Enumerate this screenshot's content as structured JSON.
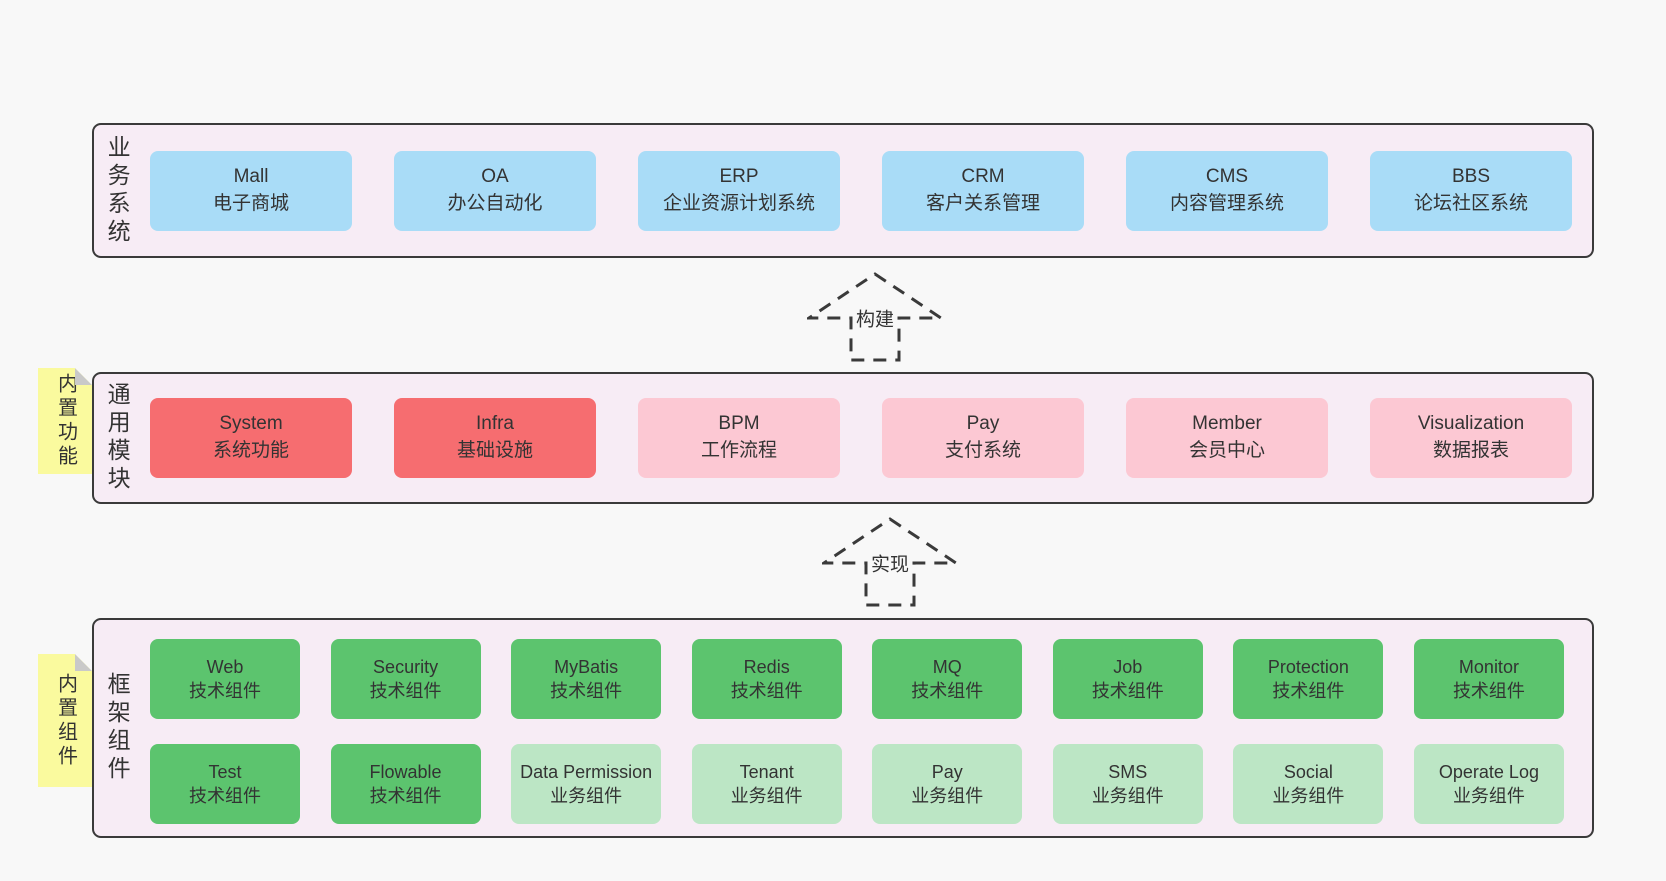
{
  "colors": {
    "page_bg": "#f8f8f8",
    "band_bg": "#f7ecf5",
    "band_border": "#3a3a3a",
    "box_blue": "#a9dcf7",
    "box_red": "#f66d70",
    "box_pink": "#fcc8d3",
    "box_green": "#5cc46e",
    "box_green_light": "#bce6c5",
    "sticky_yellow": "#fafa9e",
    "sticky_fold_gray": "#c9c9c9",
    "text": "#333333"
  },
  "arrows": [
    {
      "label": "构建"
    },
    {
      "label": "实现"
    }
  ],
  "bands": [
    {
      "label": "业务系统",
      "boxes": [
        {
          "title": "Mall",
          "subtitle": "电子商城"
        },
        {
          "title": "OA",
          "subtitle": "办公自动化"
        },
        {
          "title": "ERP",
          "subtitle": "企业资源计划系统"
        },
        {
          "title": "CRM",
          "subtitle": "客户关系管理"
        },
        {
          "title": "CMS",
          "subtitle": "内容管理系统"
        },
        {
          "title": "BBS",
          "subtitle": "论坛社区系统"
        }
      ]
    },
    {
      "label": "通用模块",
      "sticky": "内置功能",
      "boxes": [
        {
          "title": "System",
          "subtitle": "系统功能"
        },
        {
          "title": "Infra",
          "subtitle": "基础设施"
        },
        {
          "title": "BPM",
          "subtitle": "工作流程"
        },
        {
          "title": "Pay",
          "subtitle": "支付系统"
        },
        {
          "title": "Member",
          "subtitle": "会员中心"
        },
        {
          "title": "Visualization",
          "subtitle": "数据报表"
        }
      ]
    },
    {
      "label": "框架组件",
      "sticky": "内置组件",
      "rows": [
        [
          {
            "title": "Web",
            "subtitle": "技术组件"
          },
          {
            "title": "Security",
            "subtitle": "技术组件"
          },
          {
            "title": "MyBatis",
            "subtitle": "技术组件"
          },
          {
            "title": "Redis",
            "subtitle": "技术组件"
          },
          {
            "title": "MQ",
            "subtitle": "技术组件"
          },
          {
            "title": "Job",
            "subtitle": "技术组件"
          },
          {
            "title": "Protection",
            "subtitle": "技术组件"
          },
          {
            "title": "Monitor",
            "subtitle": "技术组件"
          }
        ],
        [
          {
            "title": "Test",
            "subtitle": "技术组件"
          },
          {
            "title": "Flowable",
            "subtitle": "技术组件"
          },
          {
            "title": "Data Permission",
            "subtitle": "业务组件"
          },
          {
            "title": "Tenant",
            "subtitle": "业务组件"
          },
          {
            "title": "Pay",
            "subtitle": "业务组件"
          },
          {
            "title": "SMS",
            "subtitle": "业务组件"
          },
          {
            "title": "Social",
            "subtitle": "业务组件"
          },
          {
            "title": "Operate Log",
            "subtitle": "业务组件"
          }
        ]
      ]
    }
  ]
}
